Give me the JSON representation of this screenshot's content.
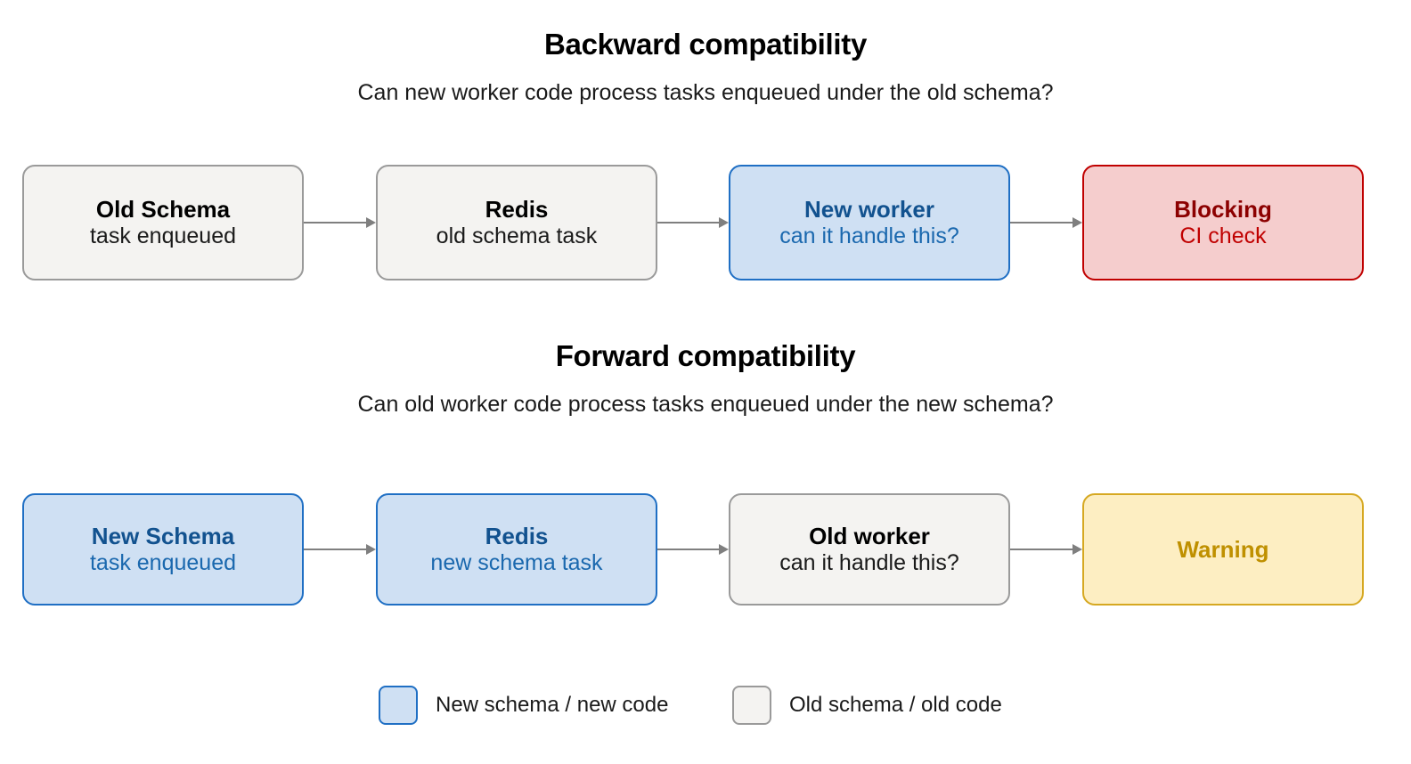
{
  "sections": [
    {
      "id": "backward",
      "title": "Backward compatibility",
      "subtitle": "Can new worker code process tasks enqueued under the old schema?",
      "nodes": [
        {
          "title": "Old Schema",
          "sub": "task enqueued",
          "style": "grey"
        },
        {
          "title": "Redis",
          "sub": "old schema task",
          "style": "grey"
        },
        {
          "title": "New worker",
          "sub": "can it handle this?",
          "style": "blue"
        },
        {
          "title": "Blocking",
          "sub": "CI check",
          "style": "red"
        }
      ]
    },
    {
      "id": "forward",
      "title": "Forward compatibility",
      "subtitle": "Can old worker code process tasks enqueued under the new schema?",
      "nodes": [
        {
          "title": "New Schema",
          "sub": "task enqueued",
          "style": "blue"
        },
        {
          "title": "Redis",
          "sub": "new schema task",
          "style": "blue"
        },
        {
          "title": "Old worker",
          "sub": "can it handle this?",
          "style": "grey"
        },
        {
          "title": "Warning",
          "sub": "",
          "style": "yellow"
        }
      ]
    }
  ],
  "legend": {
    "items": [
      {
        "label": "New schema / new code",
        "style": "blue"
      },
      {
        "label": "Old schema / old code",
        "style": "grey"
      }
    ]
  },
  "colors": {
    "blue_fill": "#cfe0f3",
    "blue_border": "#1f6fc4",
    "blue_text": "#12528f",
    "grey_fill": "#f4f3f1",
    "grey_border": "#9a9a9a",
    "red_fill": "#f5cdcd",
    "red_border": "#c00000",
    "red_text": "#8c0000",
    "yellow_fill": "#fdeec2",
    "yellow_border": "#d6a821",
    "yellow_text": "#bf9000",
    "arrow": "#7f7f7f",
    "background": "#ffffff"
  }
}
